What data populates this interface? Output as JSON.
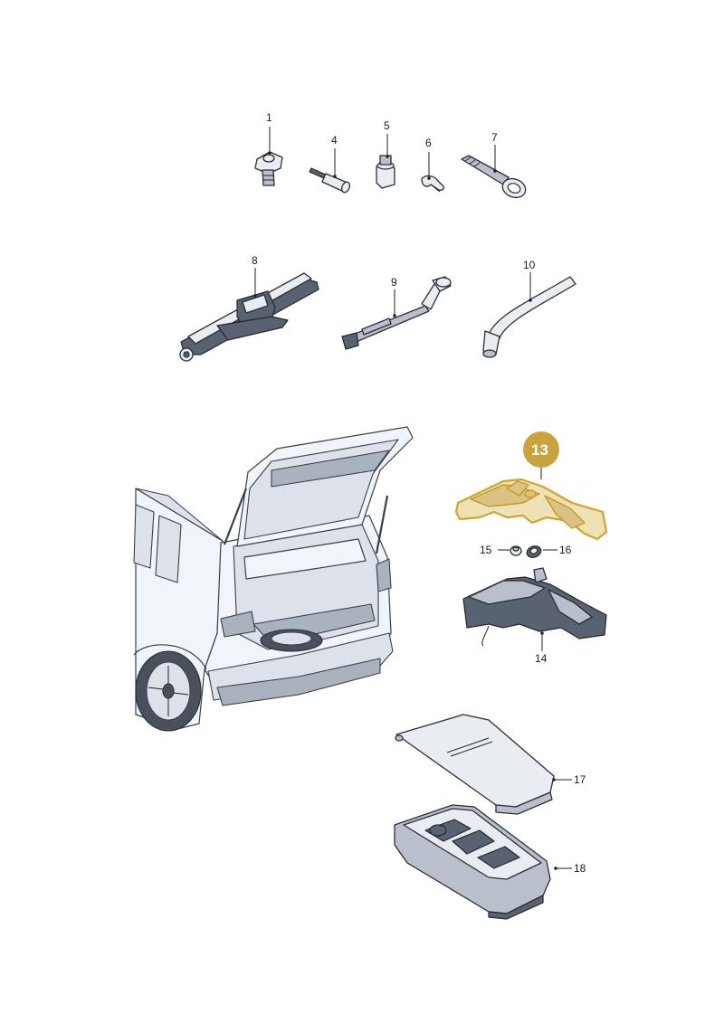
{
  "diagram": {
    "callouts": {
      "p1": "1",
      "p4": "4",
      "p5": "5",
      "p6": "6",
      "p7": "7",
      "p8": "8",
      "p9": "9",
      "p10": "10",
      "p13": "13",
      "p14": "14",
      "p15": "15",
      "p16": "16",
      "p17": "17",
      "p18": "18"
    },
    "colors": {
      "highlight_badge": "#c9a43c",
      "highlight_outline": "#d0a52c",
      "highlight_fill": "#efe1b6",
      "line_art": "#2a2e35"
    },
    "highlighted_part": "13"
  }
}
